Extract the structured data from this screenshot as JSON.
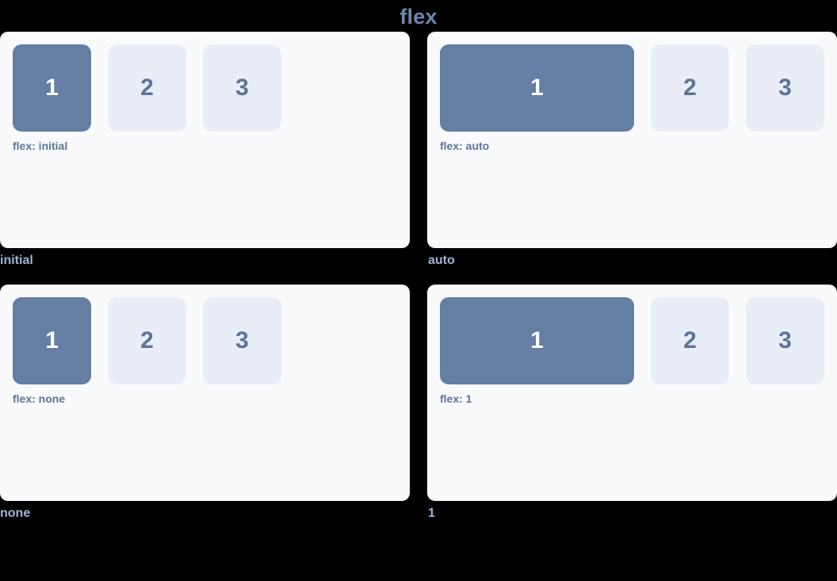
{
  "page": {
    "title": "flex",
    "background_color": "#000000",
    "title_color": "#6d86ad"
  },
  "colors": {
    "panel_background": "#f9fafc",
    "item_active": "#647ea4",
    "item_inactive": "#e8edf7",
    "item_active_text": "#ffffff",
    "item_inactive_text": "#5c7498",
    "note_text": "#5c7498",
    "caption_text": "#9db4d4"
  },
  "demos": [
    {
      "mode": "initial",
      "note": "flex: initial",
      "caption": "initial",
      "items": [
        {
          "label": "1",
          "active": true
        },
        {
          "label": "2",
          "active": false
        },
        {
          "label": "3",
          "active": false
        }
      ]
    },
    {
      "mode": "auto",
      "note": "flex: auto",
      "caption": "auto",
      "items": [
        {
          "label": "1",
          "active": true
        },
        {
          "label": "2",
          "active": false
        },
        {
          "label": "3",
          "active": false
        }
      ]
    },
    {
      "mode": "none",
      "note": "flex: none",
      "caption": "none",
      "items": [
        {
          "label": "1",
          "active": true
        },
        {
          "label": "2",
          "active": false
        },
        {
          "label": "3",
          "active": false
        }
      ]
    },
    {
      "mode": "1",
      "note": "flex: 1",
      "caption": "1",
      "items": [
        {
          "label": "1",
          "active": true
        },
        {
          "label": "2",
          "active": false
        },
        {
          "label": "3",
          "active": false
        }
      ]
    }
  ]
}
